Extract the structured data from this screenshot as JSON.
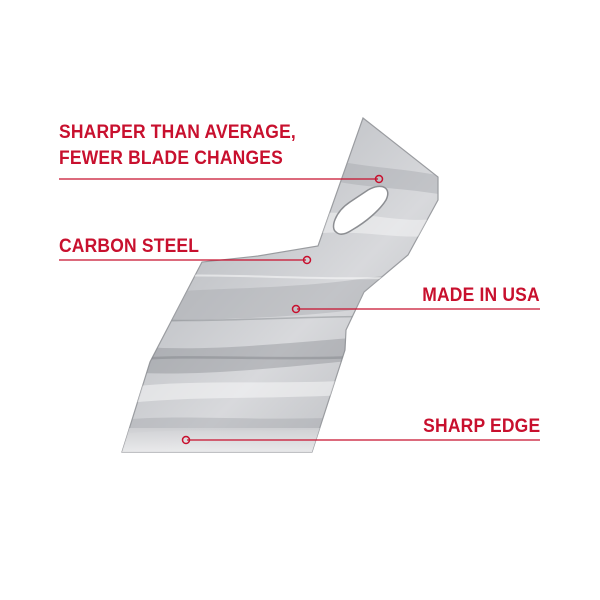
{
  "callouts": {
    "sharper": {
      "line1": "SHARPER THAN AVERAGE,",
      "line2": "FEWER BLADE CHANGES"
    },
    "carbon": "CARBON STEEL",
    "made": "MADE IN USA",
    "edge": "SHARP EDGE"
  },
  "colors": {
    "accent": "#c8102e",
    "background": "#ffffff",
    "steel_light": "#d9dadd",
    "steel_dark": "#8f9297"
  }
}
